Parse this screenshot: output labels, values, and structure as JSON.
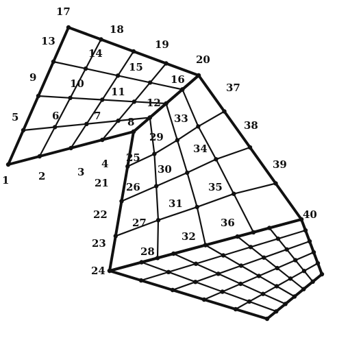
{
  "diagram": {
    "node_labels": [
      "1",
      "2",
      "3",
      "4",
      "5",
      "6",
      "7",
      "8",
      "9",
      "10",
      "11",
      "12",
      "13",
      "14",
      "15",
      "16",
      "17",
      "18",
      "19",
      "20",
      "21",
      "22",
      "23",
      "24",
      "25",
      "26",
      "27",
      "28",
      "29",
      "30",
      "31",
      "32",
      "33",
      "34",
      "35",
      "36",
      "37",
      "38",
      "39",
      "40"
    ]
  }
}
